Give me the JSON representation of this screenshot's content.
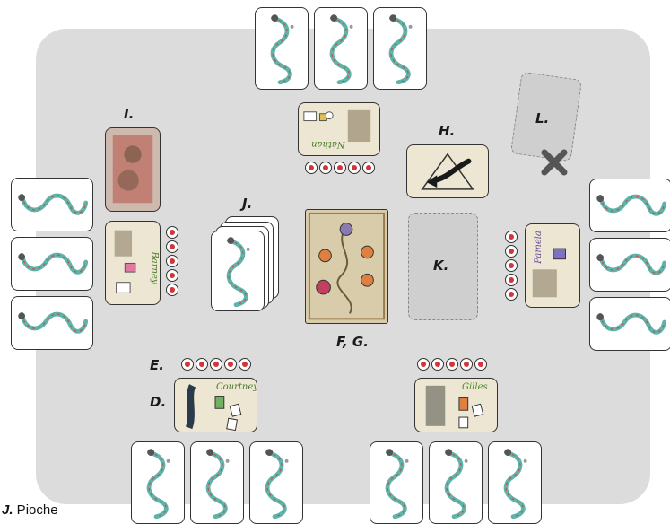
{
  "labels": {
    "I": "I.",
    "J": "J.",
    "H": "H.",
    "L": "L.",
    "K": "K.",
    "FG": "F, G.",
    "E": "E.",
    "D": "D."
  },
  "players": {
    "top": {
      "name": "Nathan",
      "tokens": 5
    },
    "left": {
      "name": "Barney",
      "tokens": 5
    },
    "right": {
      "name": "Pamela",
      "tokens": 5
    },
    "bottom_left": {
      "name": "Courtney",
      "tokens": 5
    },
    "bottom_right": {
      "name": "Gilles",
      "tokens": 5
    }
  },
  "legend": {
    "key": "J.",
    "text": " Pioche"
  },
  "colors": {
    "mat": "#dcdcdc",
    "token": "#d2343a",
    "card_back_snake": "#5fb3a8",
    "char_bg": "#ece6d2"
  }
}
